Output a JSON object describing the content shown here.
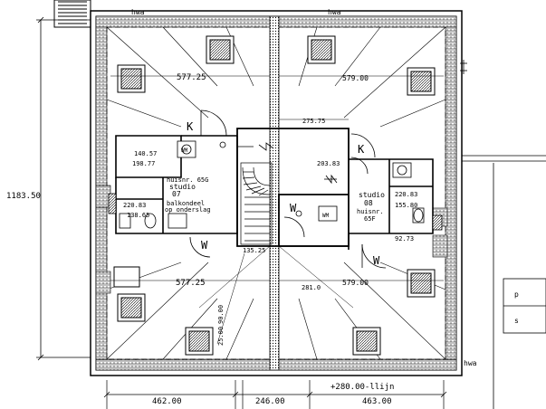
{
  "labels": {
    "roof_tl": "hwa",
    "roof_tr": "hwa",
    "roof_br": "hwa",
    "dim_top_left": "577.25",
    "dim_top_right": "579.00",
    "dim_landing": "275.75",
    "dim_mid_left": "577.25",
    "dim_mid_right": "579.00",
    "dim_mid_center": "281.0",
    "dim_height": "1183.50",
    "dim_bottom_left": "462.00",
    "dim_bottom_mid": "246.00",
    "dim_bottom_right": "463.00",
    "level": "+280.00-llijn",
    "s7_a": "140.57",
    "s7_b": "198.77",
    "s7_c": "220.83",
    "s7_d": "138.65",
    "s7_house": "huisnr. 65G",
    "s7_name": "studio",
    "s7_num": "07",
    "s7_note1": "balkondeel",
    "s7_note2": "op onderslag",
    "s8_a": "203.83",
    "s8_b": "220.83",
    "s8_c": "155.80",
    "s8_d": "92.73",
    "s8_name": "studio",
    "s8_num": "08",
    "s8_house": "huisnr.",
    "s8_house2": "65F",
    "stair_w": "135.25",
    "door_k1": "K",
    "door_k2": "K",
    "door_w1": "W",
    "door_w2": "W",
    "door_w3": "W",
    "ww1": "WM",
    "ww2": "WM",
    "v_dim1": "25.00",
    "v_dim2": "90.00",
    "legend_p": "p",
    "legend_s": "s"
  }
}
